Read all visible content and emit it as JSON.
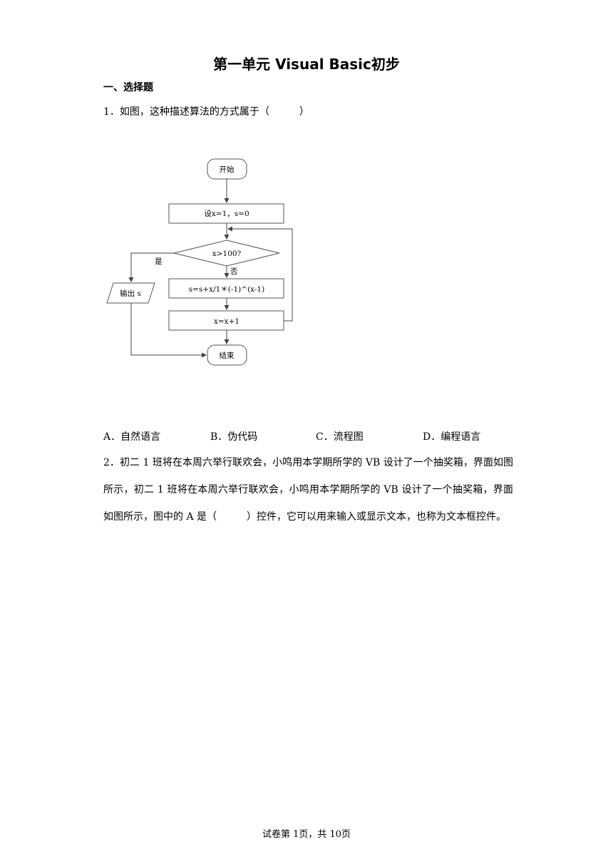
{
  "title": "第一单元 Visual Basic初步",
  "section_heading": "一、选择题",
  "question1": {
    "text": "1．如图，这种描述算法的方式属于（　　　）",
    "flowchart": {
      "start": "开始",
      "init": "设x=1，s=0",
      "condition": "x>100?",
      "yes_label": "是",
      "no_label": "否",
      "output": "输出 s",
      "update_s": "s=s+x/1＊(-1)^(x-1)",
      "update_x": "x=x+1",
      "end": "结束"
    },
    "options": [
      "A．自然语言",
      "B．伪代码",
      "C．流程图",
      "D．编程语言"
    ]
  },
  "question2": {
    "text": "2．初二 1 班将在本周六举行联欢会，小鸣用本学期所学的 VB 设计了一个抽奖箱，界面如图所示，初二 1 班将在本周六举行联欢会，小鸣用本学期所学的 VB 设计了一个抽奖箱，界面如图所示，图中的 A 是（　　　）控件，它可以用来输入或显示文本，也称为文本框控件。"
  },
  "footer": "试卷第 1页，共 10页"
}
